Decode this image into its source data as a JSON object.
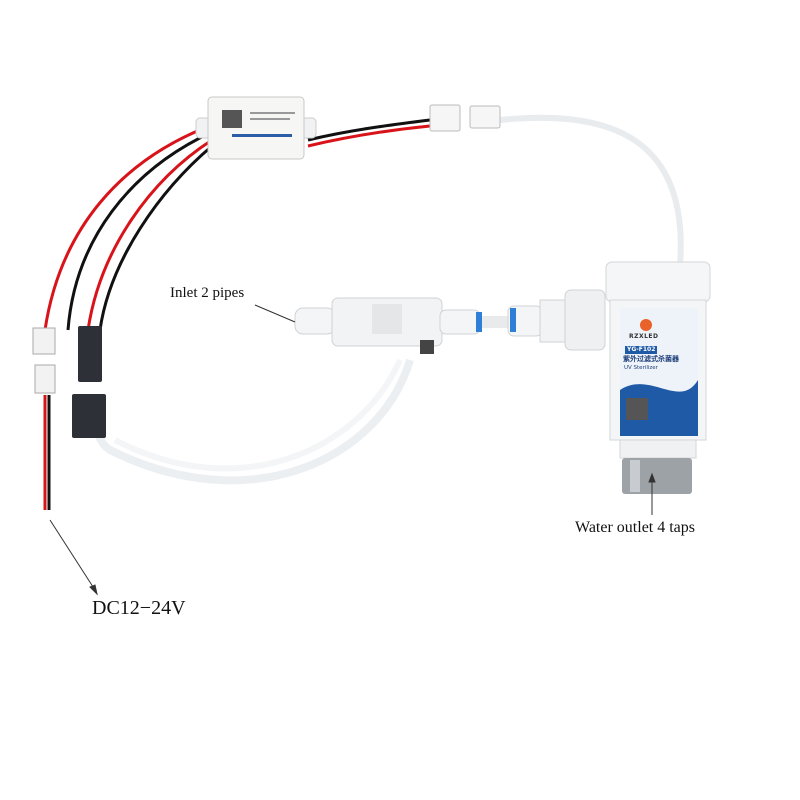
{
  "annotations": {
    "inlet": "Inlet 2 pipes",
    "outlet": "Water outlet 4 taps",
    "power": "DC12−24V"
  },
  "device_label": {
    "brand": "RZXLED",
    "model": "YG-F102",
    "name_cn": "紫外过滤式杀菌器",
    "name_en": "UV Sterilizer"
  },
  "colors": {
    "wire_red": "#d8141a",
    "wire_black": "#111111",
    "label_blue": "#1f5aa6",
    "plastic": "#f4f5f6"
  }
}
